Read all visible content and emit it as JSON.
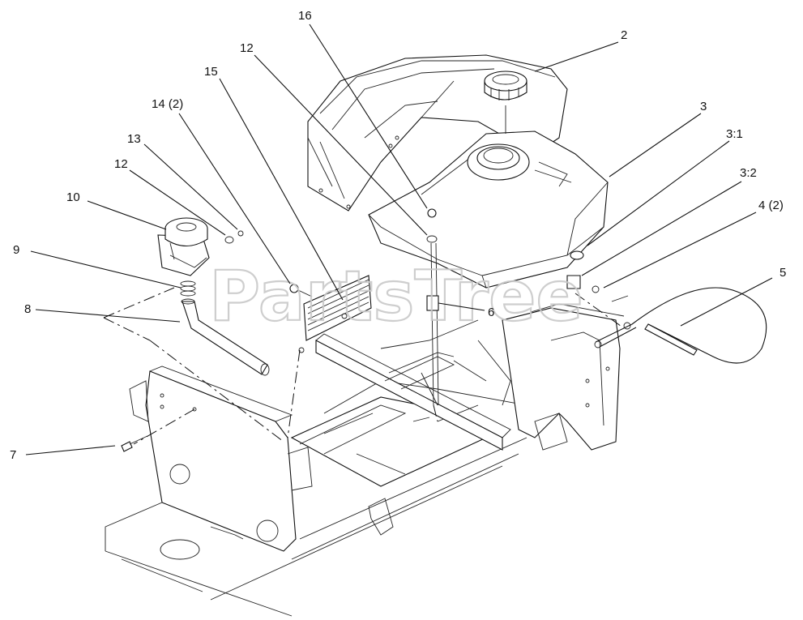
{
  "watermark": {
    "text": "PartsTree"
  },
  "callouts": [
    {
      "id": "c16",
      "text": "16"
    },
    {
      "id": "c2",
      "text": "2"
    },
    {
      "id": "c12a",
      "text": "12"
    },
    {
      "id": "c15",
      "text": "15"
    },
    {
      "id": "c14",
      "text": "14 (2)"
    },
    {
      "id": "c3",
      "text": "3"
    },
    {
      "id": "c31",
      "text": "3:1"
    },
    {
      "id": "c13",
      "text": "13"
    },
    {
      "id": "c12b",
      "text": "12"
    },
    {
      "id": "c32",
      "text": "3:2"
    },
    {
      "id": "c4",
      "text": "4 (2)"
    },
    {
      "id": "c10",
      "text": "10"
    },
    {
      "id": "c5",
      "text": "5"
    },
    {
      "id": "c9",
      "text": "9"
    },
    {
      "id": "c6",
      "text": "6"
    },
    {
      "id": "c8",
      "text": "8"
    },
    {
      "id": "c7",
      "text": "7"
    }
  ]
}
